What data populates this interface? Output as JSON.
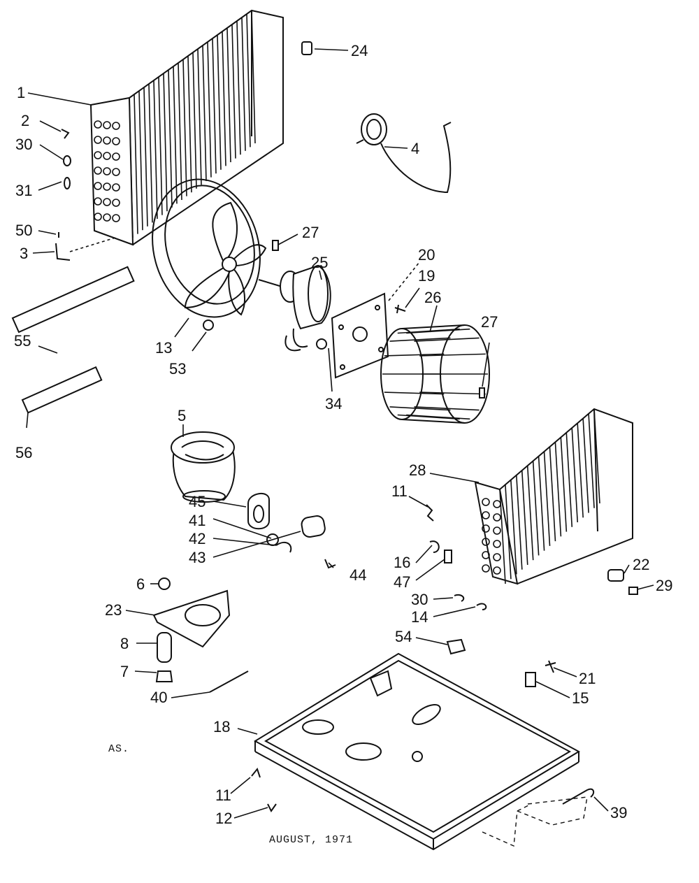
{
  "labels": {
    "l1": "1",
    "l2": "2",
    "l30a": "30",
    "l31": "31",
    "l50": "50",
    "l3": "3",
    "l24": "24",
    "l4": "4",
    "l27a": "27",
    "l25": "25",
    "l20": "20",
    "l19": "19",
    "l26": "26",
    "l27b": "27",
    "l13": "13",
    "l53": "53",
    "l34": "34",
    "l55": "55",
    "l56": "56",
    "l5": "5",
    "l28": "28",
    "l11a": "11",
    "l45": "45",
    "l41": "41",
    "l42": "42",
    "l43": "43",
    "l44": "44",
    "l16": "16",
    "l47": "47",
    "l22": "22",
    "l29": "29",
    "l30b": "30",
    "l14": "14",
    "l6": "6",
    "l23": "23",
    "l8": "8",
    "l54": "54",
    "l7": "7",
    "l21": "21",
    "l15": "15",
    "l40": "40",
    "l18": "18",
    "l11b": "11",
    "l12": "12",
    "l39": "39"
  },
  "notes": {
    "corner_mark": "AS.",
    "date": "AUGUST, 1971"
  }
}
